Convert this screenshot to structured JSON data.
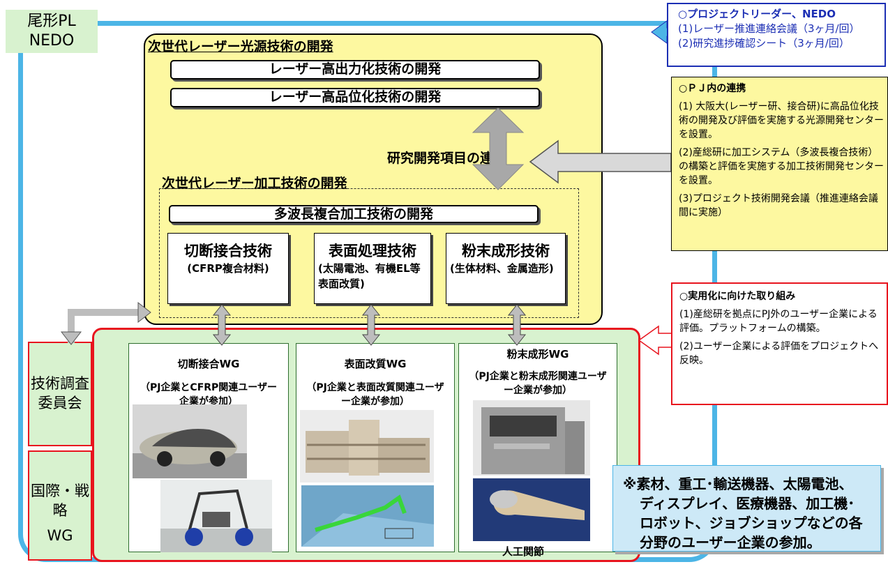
{
  "leader": {
    "line1": "尾形PL",
    "line2": "NEDO"
  },
  "laser_source": {
    "title": "次世代レーザー光源技術の開発",
    "bars": [
      "レーザー高出力化技術の開発",
      "レーザー高品位化技術の開発"
    ]
  },
  "link_label": "研究開発項目の連携",
  "laser_processing": {
    "title": "次世代レーザー加工技術の開発",
    "bar": "多波長複合加工技術の開発",
    "techs": [
      {
        "title": "切断接合技術",
        "sub": "(CFRP複合材料)"
      },
      {
        "title": "表面処理技術",
        "sub": "(太陽電池、有機EL等表面改質)"
      },
      {
        "title": "粉末成形技術",
        "sub": "(生体材料、金属造形)"
      }
    ]
  },
  "side": {
    "committee": "技術調査委員会",
    "intl_line1": "国際・戦略",
    "intl_line2": "WG"
  },
  "wgs": [
    {
      "title": "切断接合WG",
      "sub": "（PJ企業とCFRP関連ユーザー企業が参加）"
    },
    {
      "title": "表面改質WG",
      "sub": "（PJ企業と表面改質関連ユーザー企業が参加）"
    },
    {
      "title": "粉末成形WG",
      "sub": "（PJ企業と粉末成形関連ユーザー企業が参加）",
      "caption": "人工関節"
    }
  ],
  "leader_box": {
    "head": "○プロジェクトリーダー、NEDO",
    "items": [
      "(1)レーザー推進連絡会議（3ヶ月/回）",
      "(2)研究進捗確認シート（3ヶ月/回）"
    ]
  },
  "pj_box": {
    "head": "○ＰＪ内の連携",
    "items": [
      "(1) 大阪大(レーザー研、接合研)に高品位化技術の開発及び評価を実施する光源開発センターを設置。",
      "(2)産総研に加工システム（多波長複合技術）の構築と評価を実施する加工技術開発センターを設置。",
      "(3)プロジェクト技術開発会議（推進連絡会議間に実施）"
    ]
  },
  "practical_box": {
    "head": "○実用化に向けた取り組み",
    "items": [
      "(1)産総研を拠点にPJ外のユーザー企業による評価。プラットフォームの構築。",
      "(2)ユーザー企業による評価をプロジェクトへ反映。"
    ]
  },
  "info_box": {
    "lines": [
      "※素材、重工･輸送機器、太陽電池、",
      "ディスプレイ、医療機器、加工機･",
      "ロボット、ジョブショップなどの各",
      "分野のユーザー企業の参加。"
    ]
  },
  "colors": {
    "sky_frame": "#4cb5e6",
    "yellow": "#fdf8a0",
    "green": "#d8f2cf",
    "red": "#e8141e",
    "blue": "#1c2fb4"
  }
}
